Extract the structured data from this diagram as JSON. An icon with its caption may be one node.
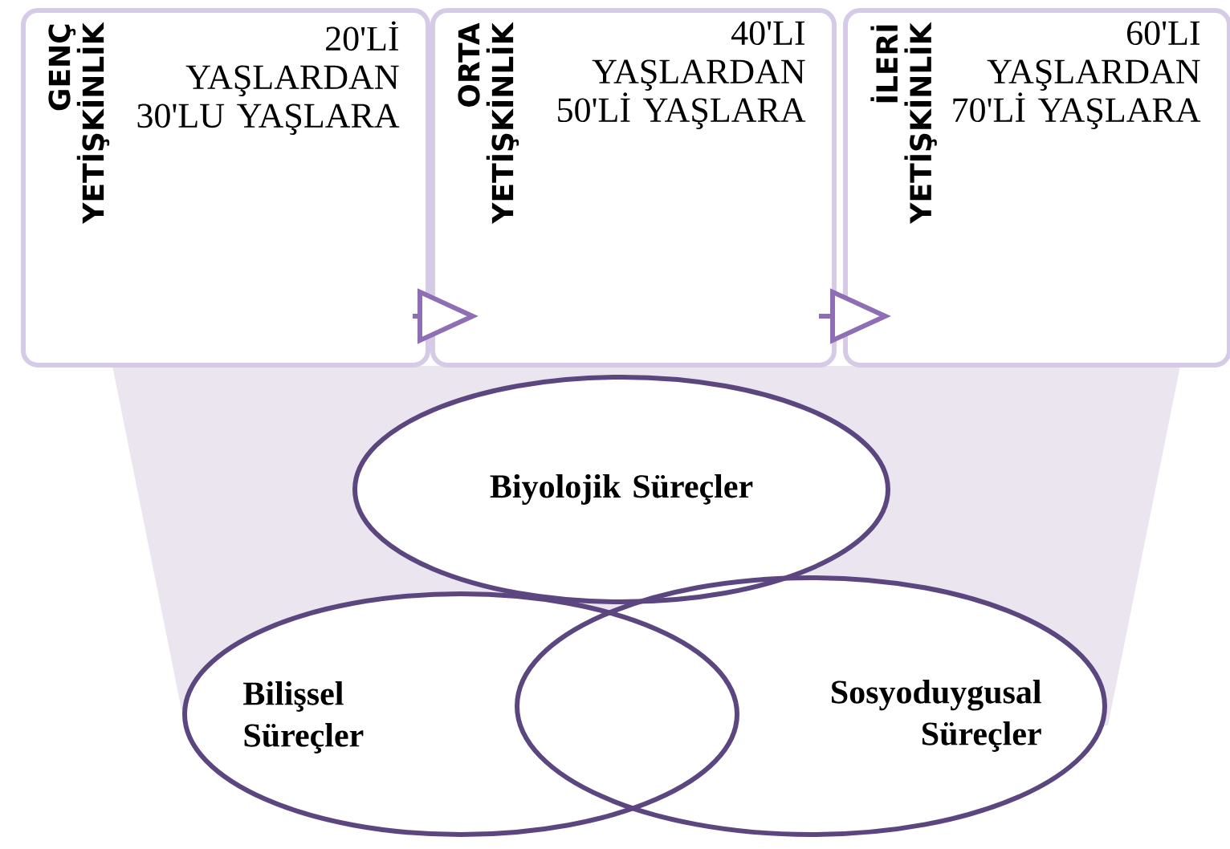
{
  "diagram": {
    "nodes": [
      {
        "text": [
          "GENÇ YETİŞKİNLİK",
          "20'Lİ YAŞLARDAN 30'LU YAŞLARA"
        ]
      },
      {
        "text": [
          "ORTA YETİŞKİNLİK",
          "40'LI YAŞLARDAN 50'Lİ YAŞLARA"
        ]
      },
      {
        "text": [
          "İLERİ YETİŞKİNLİK",
          "60'LI YAŞLARDAN 70'Lİ YAŞLARA"
        ]
      },
      {
        "text": [
          "Biyolojik Süreçler"
        ]
      },
      {
        "text": [
          "Bilişsel Süreçler"
        ]
      },
      {
        "text": [
          "Sosyoduygusal Süreçler"
        ]
      }
    ],
    "edges": [
      {
        "from": 0,
        "to": 1,
        "arrow": "to"
      },
      {
        "from": 1,
        "to": 2,
        "arrow": "to"
      }
    ]
  }
}
